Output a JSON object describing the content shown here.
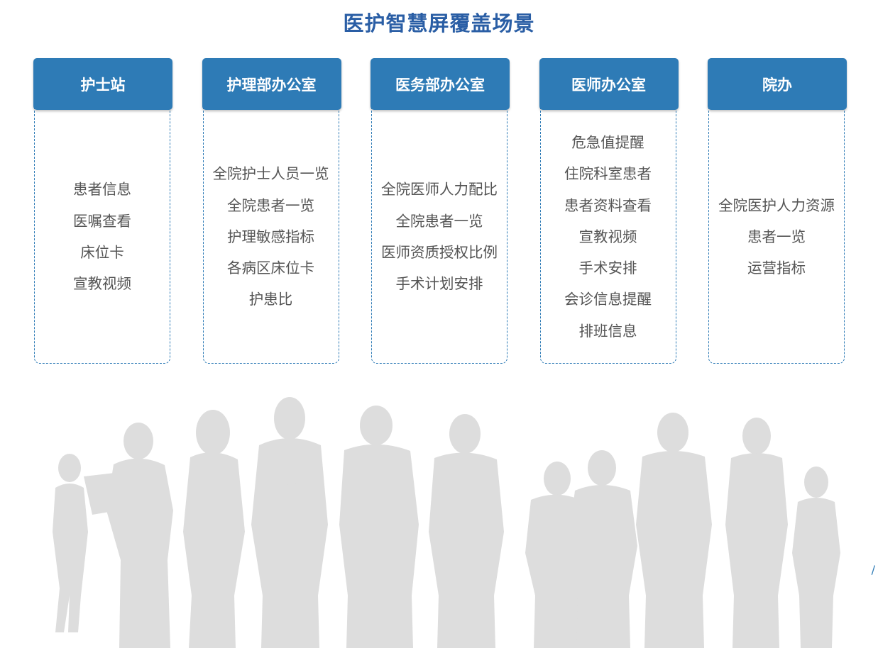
{
  "title": "医护智慧屏覆盖场景",
  "colors": {
    "title": "#2a5ea5",
    "header": "#2e7bb6",
    "border": "#2e7bb6",
    "item_text": "#555555",
    "silhouette": "#dddddd"
  },
  "columns": [
    {
      "header": "护士站",
      "items": [
        "患者信息",
        "医嘱查看",
        "床位卡",
        "宣教视频"
      ]
    },
    {
      "header": "护理部办公室",
      "items": [
        "全院护士人员一览",
        "全院患者一览",
        "护理敏感指标",
        "各病区床位卡",
        "护患比"
      ]
    },
    {
      "header": "医务部办公室",
      "items": [
        "全院医师人力配比",
        "全院患者一览",
        "医师资质授权比例",
        "手术计划安排"
      ]
    },
    {
      "header": "医师办公室",
      "items": [
        "危急值提醒",
        "住院科室患者",
        "患者资料查看",
        "宣教视频",
        "手术安排",
        "会诊信息提醒",
        "排班信息"
      ]
    },
    {
      "header": "院办",
      "items": [
        "全院医护人力资源",
        "患者一览",
        "运营指标"
      ]
    }
  ],
  "illustration": "medical-staff-silhouettes"
}
